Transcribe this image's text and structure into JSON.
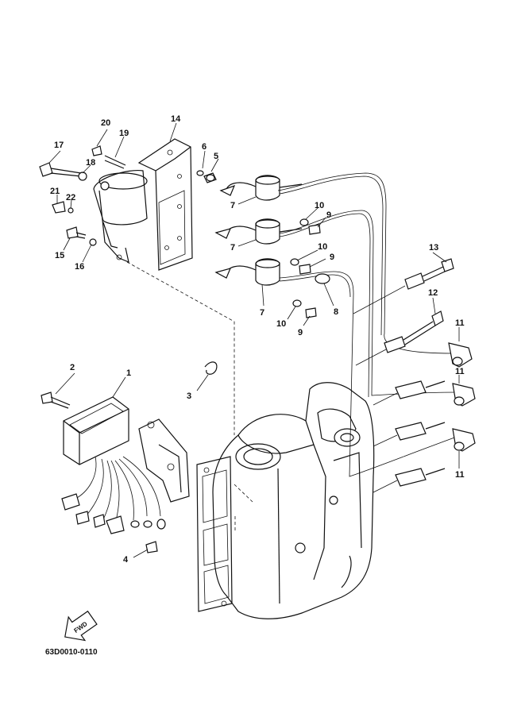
{
  "drawing_code": "63D0010-0110",
  "fwd_label": "FWD",
  "callouts": {
    "c1": "1",
    "c2": "2",
    "c3": "3",
    "c4": "4",
    "c5": "5",
    "c6": "6",
    "c7a": "7",
    "c7b": "7",
    "c7c": "7",
    "c8": "8",
    "c9a": "9",
    "c9b": "9",
    "c9c": "9",
    "c10a": "10",
    "c10b": "10",
    "c10c": "10",
    "c11a": "11",
    "c11b": "11",
    "c11c": "11",
    "c12": "12",
    "c13": "13",
    "c14": "14",
    "c15": "15",
    "c16": "16",
    "c17": "17",
    "c18": "18",
    "c19": "19",
    "c20": "20",
    "c21": "21",
    "c22": "22"
  }
}
